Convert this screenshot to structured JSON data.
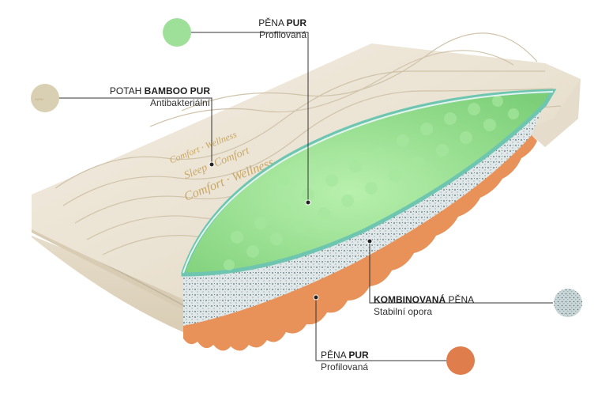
{
  "callouts": {
    "foam_top": {
      "prefix": "PĚNA ",
      "bold": "PUR",
      "sub": "Profilovaná"
    },
    "cover": {
      "prefix": "POTAH ",
      "bold": "BAMBOO PUR",
      "sub": "Antibakteriální"
    },
    "combined": {
      "prefix": "",
      "bold": "KOMBINOVANÁ",
      "suffix": " PĚNA",
      "sub": "Stabilní opora"
    },
    "foam_bottom": {
      "prefix": "PĚNA ",
      "bold": "PUR",
      "sub": "Profilovaná"
    }
  },
  "cover_embroidery": [
    "Comfort · Wellness",
    "Sleep · Comfort",
    "Comfort · Wellness"
  ],
  "colors": {
    "green_foam": "#8fdc8a",
    "green_foam_light": "#b9efb0",
    "cover": "#ece4d4",
    "combined_foam": "#d8e2e4",
    "orange_foam": "#e8925a",
    "swatch_cover": "#d9cfb2",
    "swatch_combined": "#c9d6d8",
    "swatch_orange": "#e07d4c",
    "swatch_green": "#9ee09a"
  }
}
